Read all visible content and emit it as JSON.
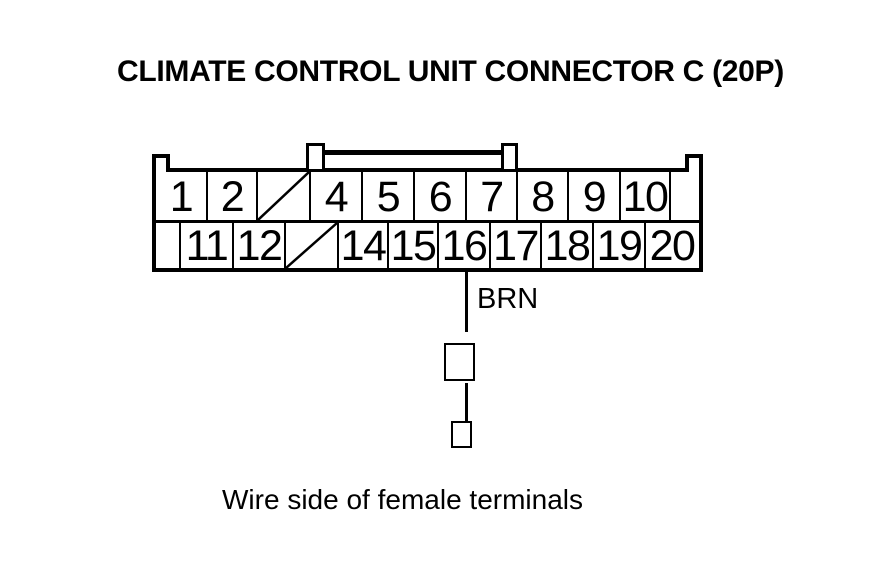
{
  "title": "CLIMATE CONTROL UNIT CONNECTOR C (20P)",
  "caption": "Wire side of female terminals",
  "wire": {
    "label": "BRN",
    "from_pin": "16"
  },
  "colors": {
    "ink": "#000000",
    "background": "#ffffff"
  },
  "connector": {
    "name": "Climate Control Unit Connector C (20P)",
    "rows": [
      {
        "name": "top",
        "cells": [
          {
            "label": "1",
            "type": "pin",
            "w": 52
          },
          {
            "label": "2",
            "type": "pin",
            "w": 50
          },
          {
            "label": "",
            "type": "slash",
            "w": 53
          },
          {
            "label": "4",
            "type": "pin",
            "w": 52
          },
          {
            "label": "5",
            "type": "pin",
            "w": 52
          },
          {
            "label": "6",
            "type": "pin",
            "w": 52
          },
          {
            "label": "7",
            "type": "pin",
            "w": 51
          },
          {
            "label": "8",
            "type": "pin",
            "w": 51
          },
          {
            "label": "9",
            "type": "pin",
            "w": 52
          },
          {
            "label": "10",
            "type": "pin",
            "w": 50
          },
          {
            "label": "",
            "type": "blank",
            "w": 27
          }
        ]
      },
      {
        "name": "bottom",
        "cells": [
          {
            "label": "",
            "type": "blank",
            "w": 25
          },
          {
            "label": "11",
            "type": "pin",
            "w": 53
          },
          {
            "label": "12",
            "type": "pin",
            "w": 52
          },
          {
            "label": "",
            "type": "slash",
            "w": 53
          },
          {
            "label": "14",
            "type": "pin",
            "w": 50
          },
          {
            "label": "15",
            "type": "pin",
            "w": 50
          },
          {
            "label": "16",
            "type": "pin",
            "w": 52
          },
          {
            "label": "17",
            "type": "pin",
            "w": 51
          },
          {
            "label": "18",
            "type": "pin",
            "w": 52
          },
          {
            "label": "19",
            "type": "pin",
            "w": 52
          },
          {
            "label": "20",
            "type": "pin",
            "w": 52
          }
        ]
      }
    ]
  }
}
